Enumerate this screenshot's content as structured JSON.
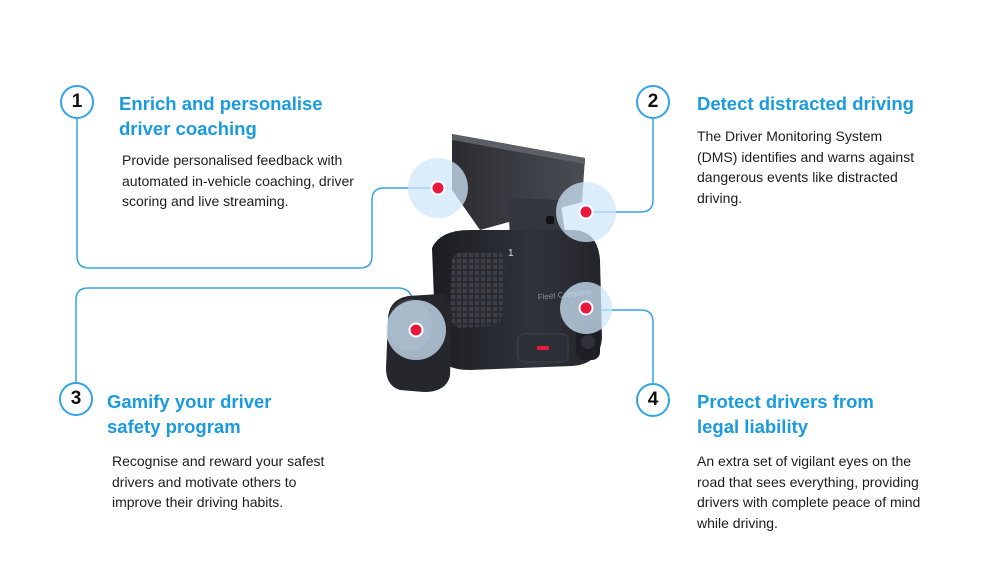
{
  "features": [
    {
      "number": "1",
      "title": "Enrich and personalise driver coaching",
      "description": "Provide personalised feedback with automated in-vehicle coaching, driver scoring and live streaming."
    },
    {
      "number": "2",
      "title": "Detect distracted driving",
      "description": "The Driver Monitoring System (DMS) identifies and warns against dangerous events like distracted driving."
    },
    {
      "number": "3",
      "title": "Gamify your driver safety program",
      "description": "Recognise and reward your safest drivers and motivate others to improve their driving habits."
    },
    {
      "number": "4",
      "title": "Protect drivers from legal liability",
      "description": "An extra set of vigilant eyes on the road that sees everything, providing drivers with complete peace of mind while driving."
    }
  ],
  "device": {
    "brand_text": "Fleet Complete",
    "lens_label": "1"
  },
  "colors": {
    "accent_blue": "#1a9be0",
    "connector_blue": "#33a3e8",
    "hotspot_red": "#e8183c",
    "hotspot_halo": "#cfe6f8"
  }
}
